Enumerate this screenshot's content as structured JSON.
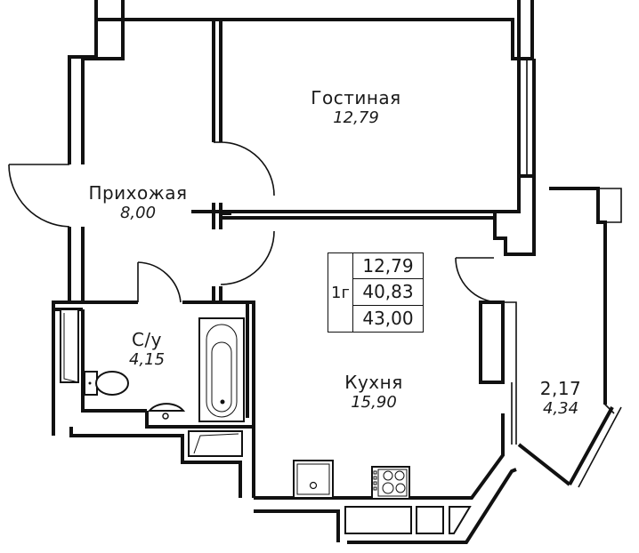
{
  "plan": {
    "rooms": [
      {
        "id": "living",
        "name": "Гостиная",
        "area": "12,79"
      },
      {
        "id": "hall",
        "name": "Прихожая",
        "area": "8,00"
      },
      {
        "id": "bathroom",
        "name": "С/у",
        "area": "4,15"
      },
      {
        "id": "kitchen",
        "name": "Кухня",
        "area": "15,90"
      },
      {
        "id": "balcony",
        "name": "2,17",
        "area": "4,34"
      }
    ],
    "summary": {
      "type": "1г",
      "living_area": "12,79",
      "total_area_without_balcony": "40,83",
      "total_area": "43,00"
    },
    "colors": {
      "line": "#111111",
      "background": "#ffffff"
    }
  }
}
